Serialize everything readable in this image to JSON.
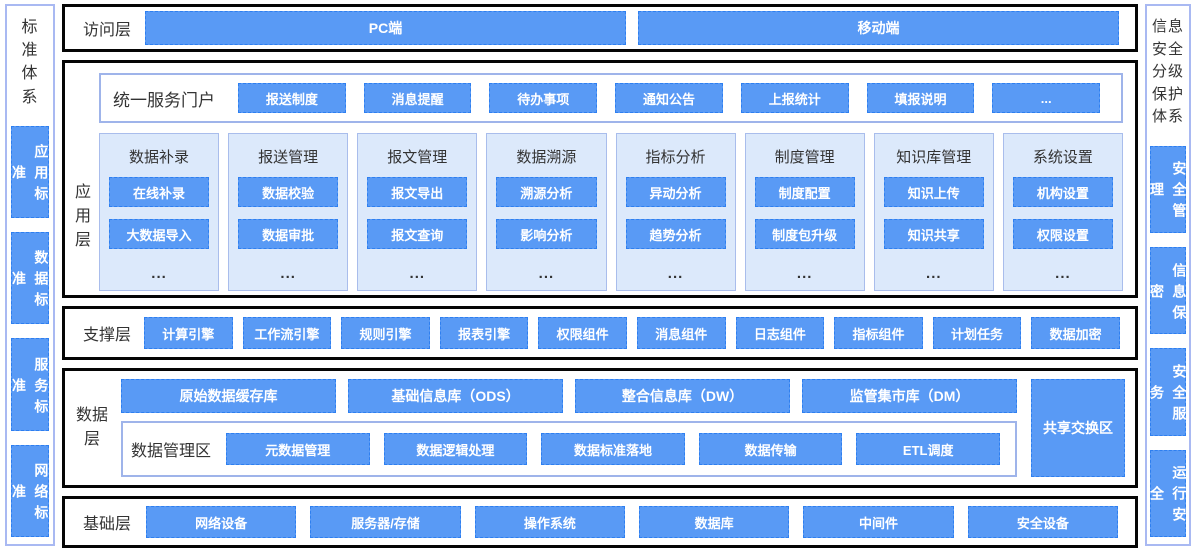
{
  "colors": {
    "accent_blue": "#599af5",
    "dashed_border_blue": "#2e7ff0",
    "light_panel_blue": "#dce9fb",
    "panel_border_blue": "#9fb4ea",
    "frame_black": "#050505",
    "text_dark": "#333333"
  },
  "left_pillar": {
    "title": "标准体系",
    "items": [
      {
        "label": "应用标准"
      },
      {
        "label": "数据标准"
      },
      {
        "label": "服务标准"
      },
      {
        "label": "网络标准"
      }
    ]
  },
  "right_pillar": {
    "title": "信息安全分级保护体系",
    "items": [
      {
        "label": "安全管理"
      },
      {
        "label": "信息保密"
      },
      {
        "label": "安全服务"
      },
      {
        "label": "运行安全"
      }
    ]
  },
  "access_layer": {
    "label": "访问层",
    "items": [
      {
        "label": "PC端"
      },
      {
        "label": "移动端"
      }
    ]
  },
  "application_layer": {
    "label": "应用层",
    "portal": {
      "label": "统一服务门户",
      "items": [
        {
          "label": "报送制度"
        },
        {
          "label": "消息提醒"
        },
        {
          "label": "待办事项"
        },
        {
          "label": "通知公告"
        },
        {
          "label": "上报统计"
        },
        {
          "label": "填报说明"
        },
        {
          "label": "..."
        }
      ]
    },
    "modules": [
      {
        "title": "数据补录",
        "items": [
          {
            "label": "在线补录"
          },
          {
            "label": "大数据导入"
          }
        ],
        "more": "..."
      },
      {
        "title": "报送管理",
        "items": [
          {
            "label": "数据校验"
          },
          {
            "label": "数据审批"
          }
        ],
        "more": "..."
      },
      {
        "title": "报文管理",
        "items": [
          {
            "label": "报文导出"
          },
          {
            "label": "报文查询"
          }
        ],
        "more": "..."
      },
      {
        "title": "数据溯源",
        "items": [
          {
            "label": "溯源分析"
          },
          {
            "label": "影响分析"
          }
        ],
        "more": "..."
      },
      {
        "title": "指标分析",
        "items": [
          {
            "label": "异动分析"
          },
          {
            "label": "趋势分析"
          }
        ],
        "more": "..."
      },
      {
        "title": "制度管理",
        "items": [
          {
            "label": "制度配置"
          },
          {
            "label": "制度包升级"
          }
        ],
        "more": "..."
      },
      {
        "title": "知识库管理",
        "items": [
          {
            "label": "知识上传"
          },
          {
            "label": "知识共享"
          }
        ],
        "more": "..."
      },
      {
        "title": "系统设置",
        "items": [
          {
            "label": "机构设置"
          },
          {
            "label": "权限设置"
          }
        ],
        "more": "..."
      }
    ]
  },
  "support_layer": {
    "label": "支撑层",
    "items": [
      {
        "label": "计算引擎"
      },
      {
        "label": "工作流引擎"
      },
      {
        "label": "规则引擎"
      },
      {
        "label": "报表引擎"
      },
      {
        "label": "权限组件"
      },
      {
        "label": "消息组件"
      },
      {
        "label": "日志组件"
      },
      {
        "label": "指标组件"
      },
      {
        "label": "计划任务"
      },
      {
        "label": "数据加密"
      }
    ]
  },
  "data_layer": {
    "label": "数据层",
    "stores": [
      {
        "label": "原始数据缓存库"
      },
      {
        "label": "基础信息库（ODS）"
      },
      {
        "label": "整合信息库（DW）"
      },
      {
        "label": "监管集市库（DM）"
      }
    ],
    "management": {
      "label": "数据管理区",
      "items": [
        {
          "label": "元数据管理"
        },
        {
          "label": "数据逻辑处理"
        },
        {
          "label": "数据标准落地"
        },
        {
          "label": "数据传输"
        },
        {
          "label": "ETL调度"
        }
      ]
    },
    "exchange_zone": "共享交换区"
  },
  "base_layer": {
    "label": "基础层",
    "items": [
      {
        "label": "网络设备"
      },
      {
        "label": "服务器/存储"
      },
      {
        "label": "操作系统"
      },
      {
        "label": "数据库"
      },
      {
        "label": "中间件"
      },
      {
        "label": "安全设备"
      }
    ]
  }
}
